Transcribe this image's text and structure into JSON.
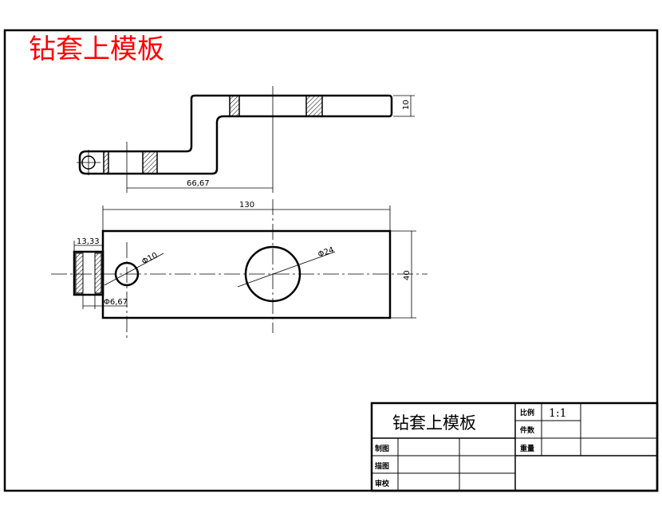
{
  "heading": {
    "text": "钻套上模板",
    "color": "#ff0000"
  },
  "dimensions": {
    "top_thickness": "10",
    "offset_length": "66,67",
    "overall_length": "130",
    "plate_width": "40",
    "bushing_length": "13,33",
    "bushing_diameter": "Φ6,67",
    "small_hole_diameter": "Φ10",
    "large_hole_diameter": "Φ24"
  },
  "title_block": {
    "title": "钻套上模板",
    "scale_label": "比例",
    "scale_value": "1:1",
    "quantity_label": "件数",
    "weight_label": "重量",
    "drawn_label": "制图",
    "traced_label": "描图",
    "checked_label": "审校"
  },
  "colors": {
    "line": "#000000",
    "background": "#ffffff",
    "heading": "#ff0000"
  }
}
